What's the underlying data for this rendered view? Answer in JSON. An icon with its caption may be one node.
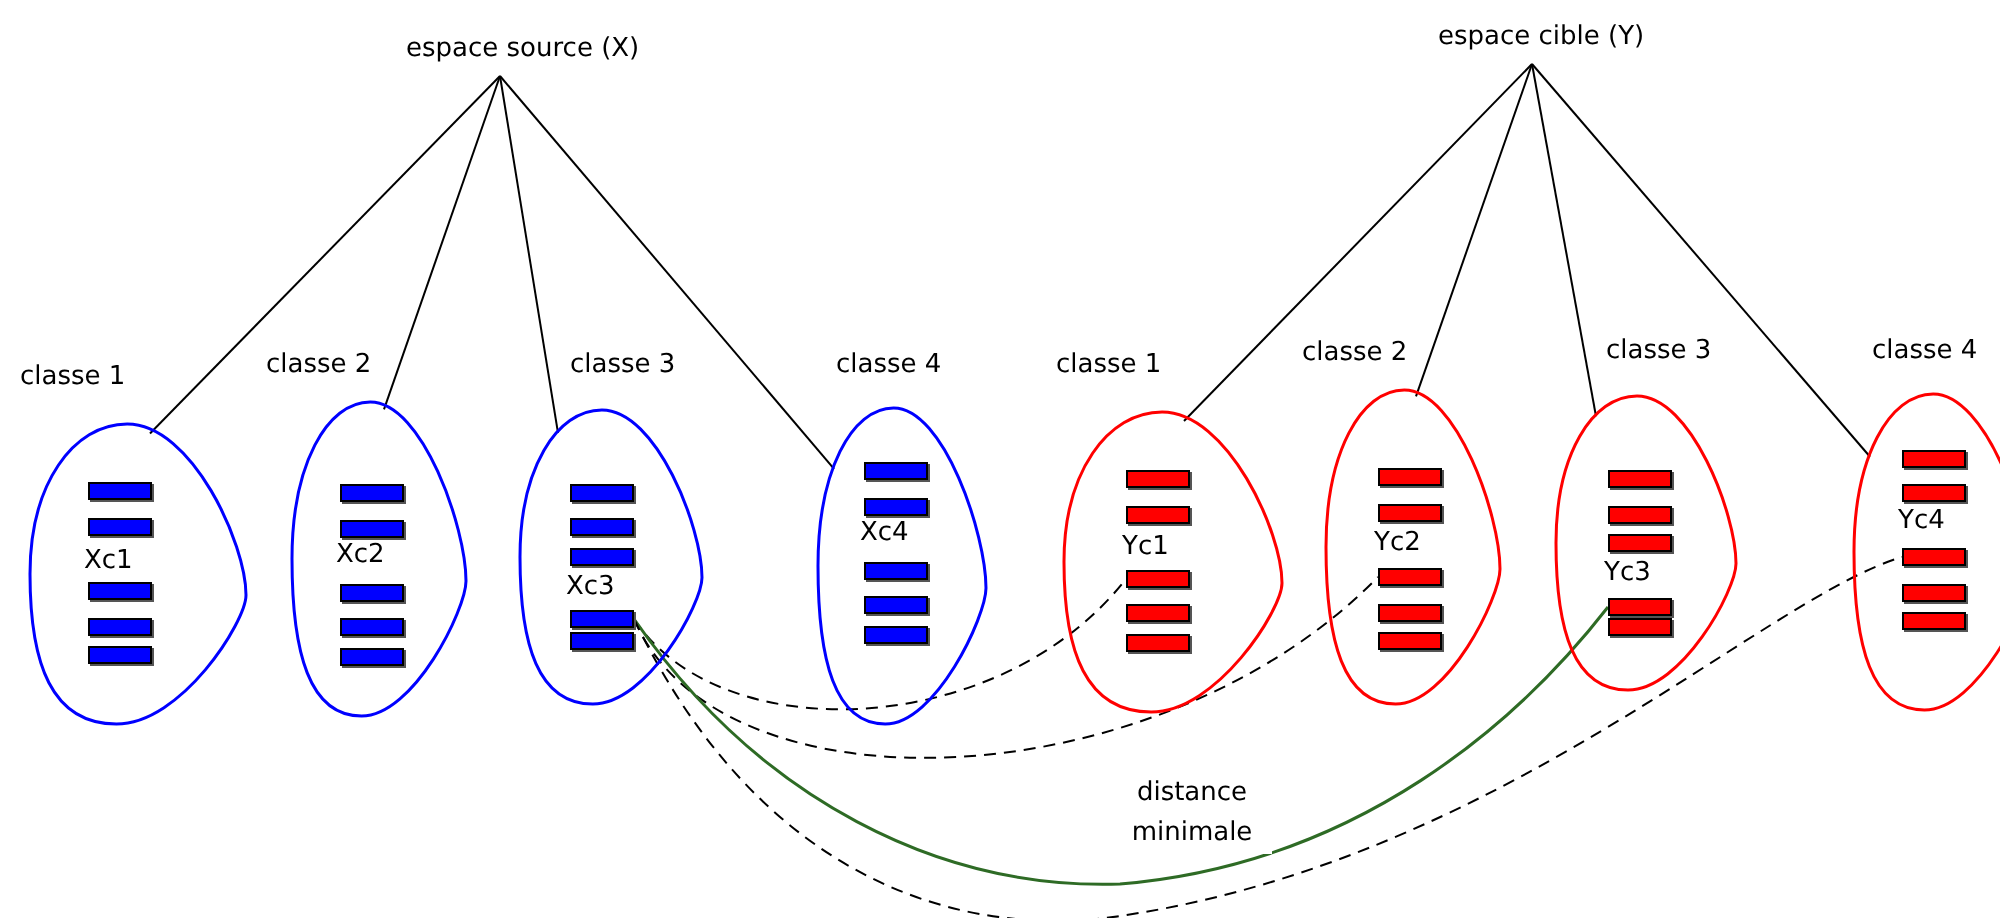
{
  "diagram": {
    "nodes": [
      {
        "text": [
          "espace source (X)"
        ]
      },
      {
        "text": [
          "Xc1"
        ],
        "beside": [
          "classe 1"
        ]
      },
      {
        "text": [],
        "shape": "bar",
        "in": 1
      },
      {
        "text": [],
        "shape": "bar",
        "in": 1
      },
      {
        "text": [],
        "shape": "bar",
        "in": 1
      },
      {
        "text": [],
        "shape": "bar",
        "in": 1
      },
      {
        "text": [],
        "shape": "bar",
        "in": 1
      },
      {
        "text": [
          "Xc2"
        ],
        "beside": [
          "classe 2"
        ]
      },
      {
        "text": [],
        "shape": "bar",
        "in": 7
      },
      {
        "text": [],
        "shape": "bar",
        "in": 7
      },
      {
        "text": [],
        "shape": "bar",
        "in": 7
      },
      {
        "text": [],
        "shape": "bar",
        "in": 7
      },
      {
        "text": [],
        "shape": "bar",
        "in": 7
      },
      {
        "text": [
          "Xc3"
        ],
        "beside": [
          "classe 3"
        ]
      },
      {
        "text": [],
        "shape": "bar",
        "in": 13
      },
      {
        "text": [],
        "shape": "bar",
        "in": 13
      },
      {
        "text": [],
        "shape": "bar",
        "in": 13
      },
      {
        "text": [],
        "shape": "bar",
        "in": 13
      },
      {
        "text": [],
        "shape": "bar",
        "in": 13
      },
      {
        "text": [
          "Xc4"
        ],
        "beside": [
          "classe 4"
        ]
      },
      {
        "text": [],
        "shape": "bar",
        "in": 19
      },
      {
        "text": [],
        "shape": "bar",
        "in": 19
      },
      {
        "text": [],
        "shape": "bar",
        "in": 19
      },
      {
        "text": [],
        "shape": "bar",
        "in": 19
      },
      {
        "text": [],
        "shape": "bar",
        "in": 19
      },
      {
        "text": [
          "espace cible (Y)"
        ]
      },
      {
        "text": [
          "Yc1"
        ],
        "beside": [
          "classe 1"
        ]
      },
      {
        "text": [],
        "shape": "bar",
        "in": 26
      },
      {
        "text": [],
        "shape": "bar",
        "in": 26
      },
      {
        "text": [],
        "shape": "bar",
        "in": 26
      },
      {
        "text": [],
        "shape": "bar",
        "in": 26
      },
      {
        "text": [],
        "shape": "bar",
        "in": 26
      },
      {
        "text": [
          "Yc2"
        ],
        "beside": [
          "classe 2"
        ]
      },
      {
        "text": [],
        "shape": "bar",
        "in": 32
      },
      {
        "text": [],
        "shape": "bar",
        "in": 32
      },
      {
        "text": [],
        "shape": "bar",
        "in": 32
      },
      {
        "text": [],
        "shape": "bar",
        "in": 32
      },
      {
        "text": [],
        "shape": "bar",
        "in": 32
      },
      {
        "text": [
          "Yc3"
        ],
        "beside": [
          "classe 3"
        ]
      },
      {
        "text": [],
        "shape": "bar",
        "in": 38
      },
      {
        "text": [],
        "shape": "bar",
        "in": 38
      },
      {
        "text": [],
        "shape": "bar",
        "in": 38
      },
      {
        "text": [],
        "shape": "bar",
        "in": 38
      },
      {
        "text": [],
        "shape": "bar",
        "in": 38
      },
      {
        "text": [
          "Yc4"
        ],
        "beside": [
          "classe 4"
        ]
      },
      {
        "text": [],
        "shape": "bar",
        "in": 44
      },
      {
        "text": [],
        "shape": "bar",
        "in": 44
      },
      {
        "text": [],
        "shape": "bar",
        "in": 44
      },
      {
        "text": [],
        "shape": "bar",
        "in": 44
      },
      {
        "text": [],
        "shape": "bar",
        "in": 44
      }
    ],
    "edges": [
      {
        "from": 0,
        "to": 1,
        "arrow": "none"
      },
      {
        "from": 0,
        "to": 7,
        "arrow": "none"
      },
      {
        "from": 0,
        "to": 13,
        "arrow": "none"
      },
      {
        "from": 0,
        "to": 19,
        "arrow": "none"
      },
      {
        "from": 25,
        "to": 26,
        "arrow": "none"
      },
      {
        "from": 25,
        "to": 32,
        "arrow": "none"
      },
      {
        "from": 25,
        "to": 38,
        "arrow": "none"
      },
      {
        "from": 25,
        "to": 44,
        "arrow": "none"
      },
      {
        "from": 17,
        "to": 29,
        "arrow": "none",
        "style": "dashed"
      },
      {
        "from": 17,
        "to": 35,
        "arrow": "none",
        "style": "dashed"
      },
      {
        "from": 17,
        "to": 42,
        "arrow": "none",
        "label": "distance minimale",
        "color": "#2e6b25"
      },
      {
        "from": 17,
        "to": 47,
        "arrow": "none",
        "style": "dashed"
      }
    ]
  }
}
